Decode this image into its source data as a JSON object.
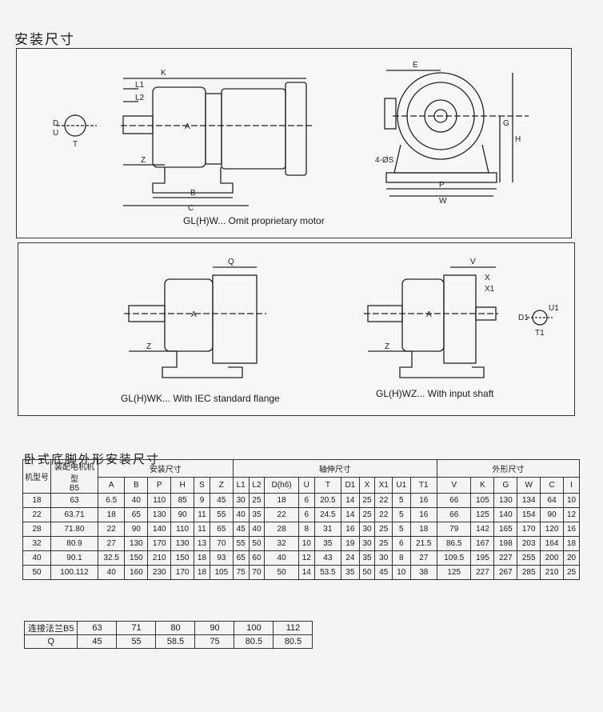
{
  "page": {
    "section_title": "安装尺寸",
    "table_title": "卧式底脚外形安装尺寸"
  },
  "figures": {
    "fig1_caption": "GL(H)W... Omit proprietary motor",
    "fig2_caption": "GL(H)WK... With IEC standard flange",
    "fig3_caption": "GL(H)WZ... With input shaft",
    "labels": {
      "K": "K",
      "L1": "L1",
      "L2": "L2",
      "A": "A",
      "Z": "Z",
      "B": "B",
      "C": "C",
      "D": "D",
      "U": "U",
      "T": "T",
      "E": "E",
      "G": "G",
      "H": "H",
      "S": "4-ØS",
      "P": "P",
      "W": "W",
      "Q": "Q",
      "V": "V",
      "X": "X",
      "X1": "X1",
      "D1": "D1",
      "U1": "U1",
      "T1": "T1"
    }
  },
  "spec_table": {
    "group_headers": [
      "安装尺寸",
      "轴伸尺寸",
      "外形尺寸"
    ],
    "col_model": "机型号",
    "col_motor": "装配电机机型",
    "col_motor_sub": "B5",
    "sub_headers": [
      "A",
      "B",
      "P",
      "H",
      "S",
      "Z",
      "L1",
      "L2",
      "D(h6)",
      "U",
      "T",
      "D1",
      "X",
      "X1",
      "U1",
      "T1",
      "V",
      "K",
      "G",
      "W",
      "C",
      "I"
    ],
    "rows": [
      [
        "18",
        "63",
        "6.5",
        "40",
        "110",
        "85",
        "9",
        "45",
        "30",
        "25",
        "18",
        "6",
        "20.5",
        "14",
        "25",
        "22",
        "5",
        "16",
        "66",
        "105",
        "130",
        "134",
        "64",
        "10"
      ],
      [
        "22",
        "63.71",
        "18",
        "65",
        "130",
        "90",
        "11",
        "55",
        "40",
        "35",
        "22",
        "6",
        "24.5",
        "14",
        "25",
        "22",
        "5",
        "16",
        "66",
        "125",
        "140",
        "154",
        "90",
        "12"
      ],
      [
        "28",
        "71.80",
        "22",
        "90",
        "140",
        "110",
        "11",
        "65",
        "45",
        "40",
        "28",
        "8",
        "31",
        "16",
        "30",
        "25",
        "5",
        "18",
        "79",
        "142",
        "165",
        "170",
        "120",
        "16"
      ],
      [
        "32",
        "80.9",
        "27",
        "130",
        "170",
        "130",
        "13",
        "70",
        "55",
        "50",
        "32",
        "10",
        "35",
        "19",
        "30",
        "25",
        "6",
        "21.5",
        "86.5",
        "167",
        "198",
        "203",
        "164",
        "18"
      ],
      [
        "40",
        "90.1",
        "32.5",
        "150",
        "210",
        "150",
        "18",
        "93",
        "65",
        "60",
        "40",
        "12",
        "43",
        "24",
        "35",
        "30",
        "8",
        "27",
        "109.5",
        "195",
        "227",
        "255",
        "200",
        "20"
      ],
      [
        "50",
        "100.112",
        "40",
        "160",
        "230",
        "170",
        "18",
        "105",
        "75",
        "70",
        "50",
        "14",
        "53.5",
        "35",
        "50",
        "45",
        "10",
        "38",
        "125",
        "227",
        "267",
        "285",
        "210",
        "25"
      ]
    ]
  },
  "flange_table": {
    "row1_label": "连接法兰B5",
    "row1": [
      "63",
      "71",
      "80",
      "90",
      "100",
      "112"
    ],
    "row2_label": "Q",
    "row2": [
      "45",
      "55",
      "58.5",
      "75",
      "80.5",
      "80.5"
    ]
  }
}
